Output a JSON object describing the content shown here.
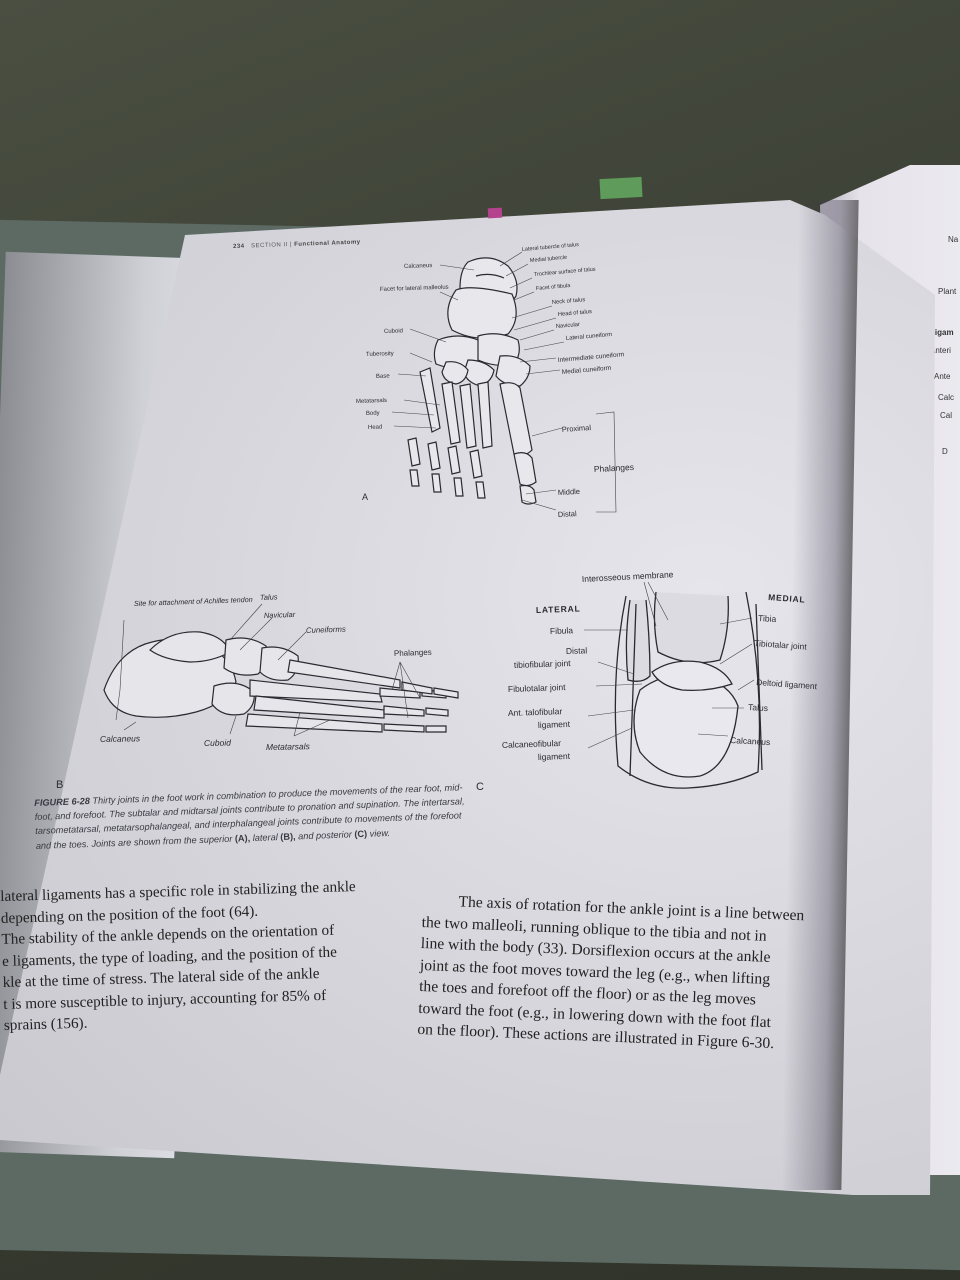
{
  "page": {
    "header_page_number": "234",
    "header_section": "SECTION II",
    "header_title": "Functional Anatomy"
  },
  "figure_a": {
    "panel": "A",
    "labels_left": [
      "Calcaneus",
      "Facet for lateral malleolus",
      "Cuboid",
      "Tuberosity",
      "Base",
      "Metatarsals",
      "Body",
      "Head"
    ],
    "labels_right": [
      "Lateral tubercle of talus",
      "Medial tubercle",
      "Trochlear surface of talus",
      "Facet of fibula",
      "Neck of talus",
      "Head of talus",
      "Navicular",
      "Lateral cuneiform",
      "Intermediate cuneiform",
      "Medial cuneiform",
      "Proximal",
      "Phalanges",
      "Middle",
      "Distal"
    ]
  },
  "figure_b": {
    "panel": "B",
    "labels": [
      "Site for attachment of Achilles tendon",
      "Talus",
      "Navicular",
      "Cuneiforms",
      "Phalanges",
      "Calcaneus",
      "Cuboid",
      "Metatarsals"
    ]
  },
  "figure_c": {
    "panel": "C",
    "top_label": "Interosseous membrane",
    "lateral": "LATERAL",
    "medial": "MEDIAL",
    "labels_left": [
      "Fibula",
      "Distal",
      "tibiofibular joint",
      "Fibulotalar joint",
      "Ant. talofibular",
      "ligament",
      "Calcaneofibular",
      "ligament"
    ],
    "labels_right": [
      "Tibia",
      "Tibiotalar joint",
      "Deltoid ligament",
      "Talus",
      "Calcaneus"
    ]
  },
  "caption": {
    "figure_id": "FIGURE 6-28",
    "line1": "Thirty joints in the foot work in combination to produce the movements of the rear foot, mid-",
    "line2": "foot, and forefoot. The subtalar and midtarsal joints contribute to pronation and supination. The intertarsal,",
    "line3": "tarsometatarsal, metatarsophalangeal, and interphalangeal joints contribute to movements of the forefoot",
    "line4_a": "and the toes. Joints are shown from the superior",
    "line4_A": "(A),",
    "line4_b": "lateral",
    "line4_B": "(B),",
    "line4_c": "and posterior",
    "line4_C": "(C)",
    "line4_d": "view."
  },
  "body_left": [
    "lateral ligaments has a specific role in stabilizing the ankle",
    "depending on the position of the foot (64).",
    "The stability of the ankle depends on the orientation of",
    "e ligaments, the type of loading, and the position of the",
    "kle at the time of stress. The lateral side of the ankle",
    "t is more susceptible to injury, accounting for 85% of",
    " sprains (156)."
  ],
  "body_right": [
    "The axis of rotation for the ankle joint is a line between",
    "the two malleoli, running oblique to the tibia and not in",
    "line with the body (33). Dorsiflexion occurs at the ankle",
    "joint as the foot moves toward the leg (e.g., when lifting",
    "the toes and forefoot off the floor) or as the leg moves",
    "toward the foot (e.g., in lowering down with the foot flat",
    "on the floor). These actions are illustrated in Figure 6-30."
  ],
  "right_page_fragments": [
    "Na",
    "Plant",
    "Ligam",
    "Anteri",
    "Ante",
    "Calc",
    "Cal",
    "D"
  ]
}
